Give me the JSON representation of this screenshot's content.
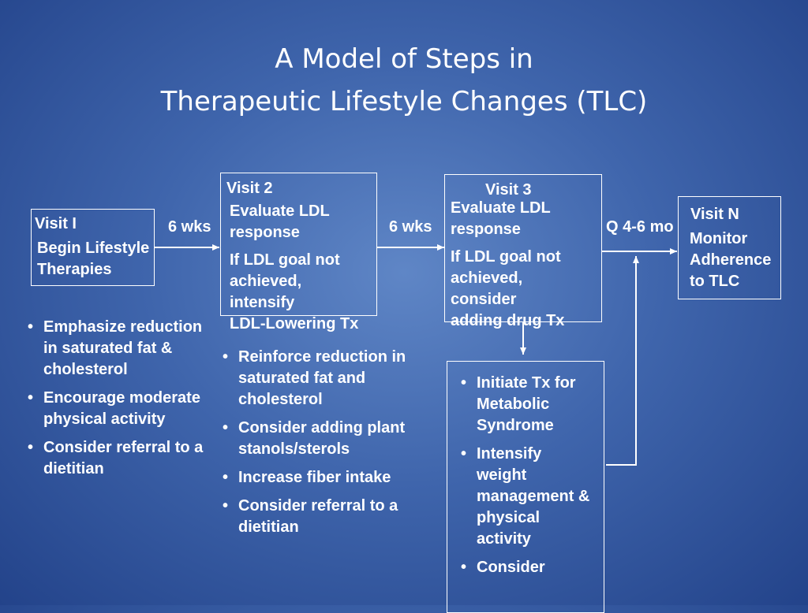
{
  "title": {
    "line1": "A Model of Steps in",
    "line2": "Therapeutic Lifestyle Changes (TLC)"
  },
  "visit1": {
    "label": "Visit I",
    "line1": "Begin Lifestyle",
    "line2": "Therapies",
    "bullets": [
      "Emphasize reduction in saturated fat & cholesterol",
      "Encourage moderate physical activity",
      "Consider referral to a dietitian"
    ]
  },
  "visit2": {
    "label": "Visit 2",
    "line1": "Evaluate LDL",
    "line2": "response",
    "line3": "If LDL goal not",
    "line4": "achieved,",
    "line5": "intensify",
    "line6": "LDL-Lowering Tx",
    "bullets": [
      "Reinforce reduction in saturated fat and cholesterol",
      "Consider adding plant stanols/sterols",
      "Increase fiber intake",
      "Consider referral to a dietitian"
    ]
  },
  "visit3": {
    "label": "Visit 3",
    "line1": "Evaluate LDL",
    "line2": "response",
    "line3": "If LDL goal not",
    "line4": "achieved,",
    "line5": "consider",
    "line6": "adding drug Tx",
    "bullets": [
      "Initiate Tx for Metabolic Syndrome",
      "Intensify weight management & physical activity",
      "Consider"
    ]
  },
  "visitN": {
    "label": "Visit N",
    "line1": "Monitor",
    "line2": "Adherence",
    "line3": "to TLC"
  },
  "intervals": {
    "first": "6 wks",
    "second": "6 wks",
    "third": "Q 4-6 mo"
  }
}
